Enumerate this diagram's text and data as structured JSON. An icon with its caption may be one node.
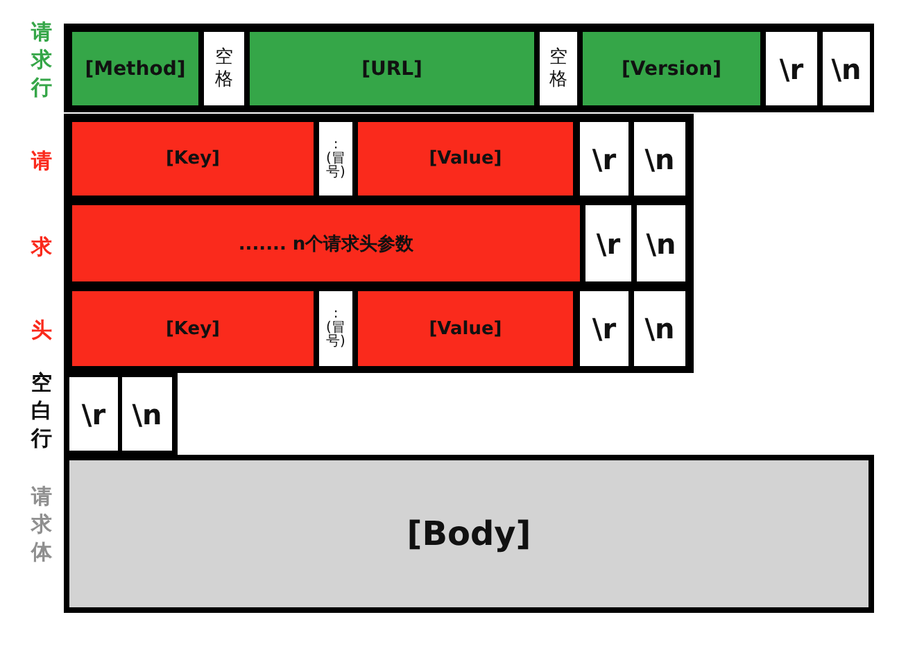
{
  "diagram": {
    "nodes": [
      {
        "text": [
          "[Method]"
        ]
      },
      {
        "text": [
          "空格"
        ]
      },
      {
        "text": [
          "[URL]"
        ]
      },
      {
        "text": [
          "空格"
        ]
      },
      {
        "text": [
          "[Version]"
        ]
      },
      {
        "text": [
          "\\r"
        ]
      },
      {
        "text": [
          "\\n"
        ]
      },
      {
        "text": [
          "[Key]"
        ]
      },
      {
        "text": [
          ":(冒号)"
        ]
      },
      {
        "text": [
          "[Value]"
        ]
      },
      {
        "text": [
          "\\r"
        ]
      },
      {
        "text": [
          "\\n"
        ]
      },
      {
        "text": [
          "....... n个请求头参数"
        ]
      },
      {
        "text": [
          "\\r"
        ]
      },
      {
        "text": [
          "\\n"
        ]
      },
      {
        "text": [
          "[Key]"
        ]
      },
      {
        "text": [
          ":(冒号)"
        ]
      },
      {
        "text": [
          "[Value]"
        ]
      },
      {
        "text": [
          "\\r"
        ]
      },
      {
        "text": [
          "\\n"
        ]
      },
      {
        "text": [
          "\\r"
        ]
      },
      {
        "text": [
          "\\n"
        ]
      },
      {
        "text": [
          "[Body]"
        ]
      }
    ],
    "labels": [
      "请求行",
      "请",
      "求",
      "头",
      "空白行",
      "请求体"
    ]
  }
}
